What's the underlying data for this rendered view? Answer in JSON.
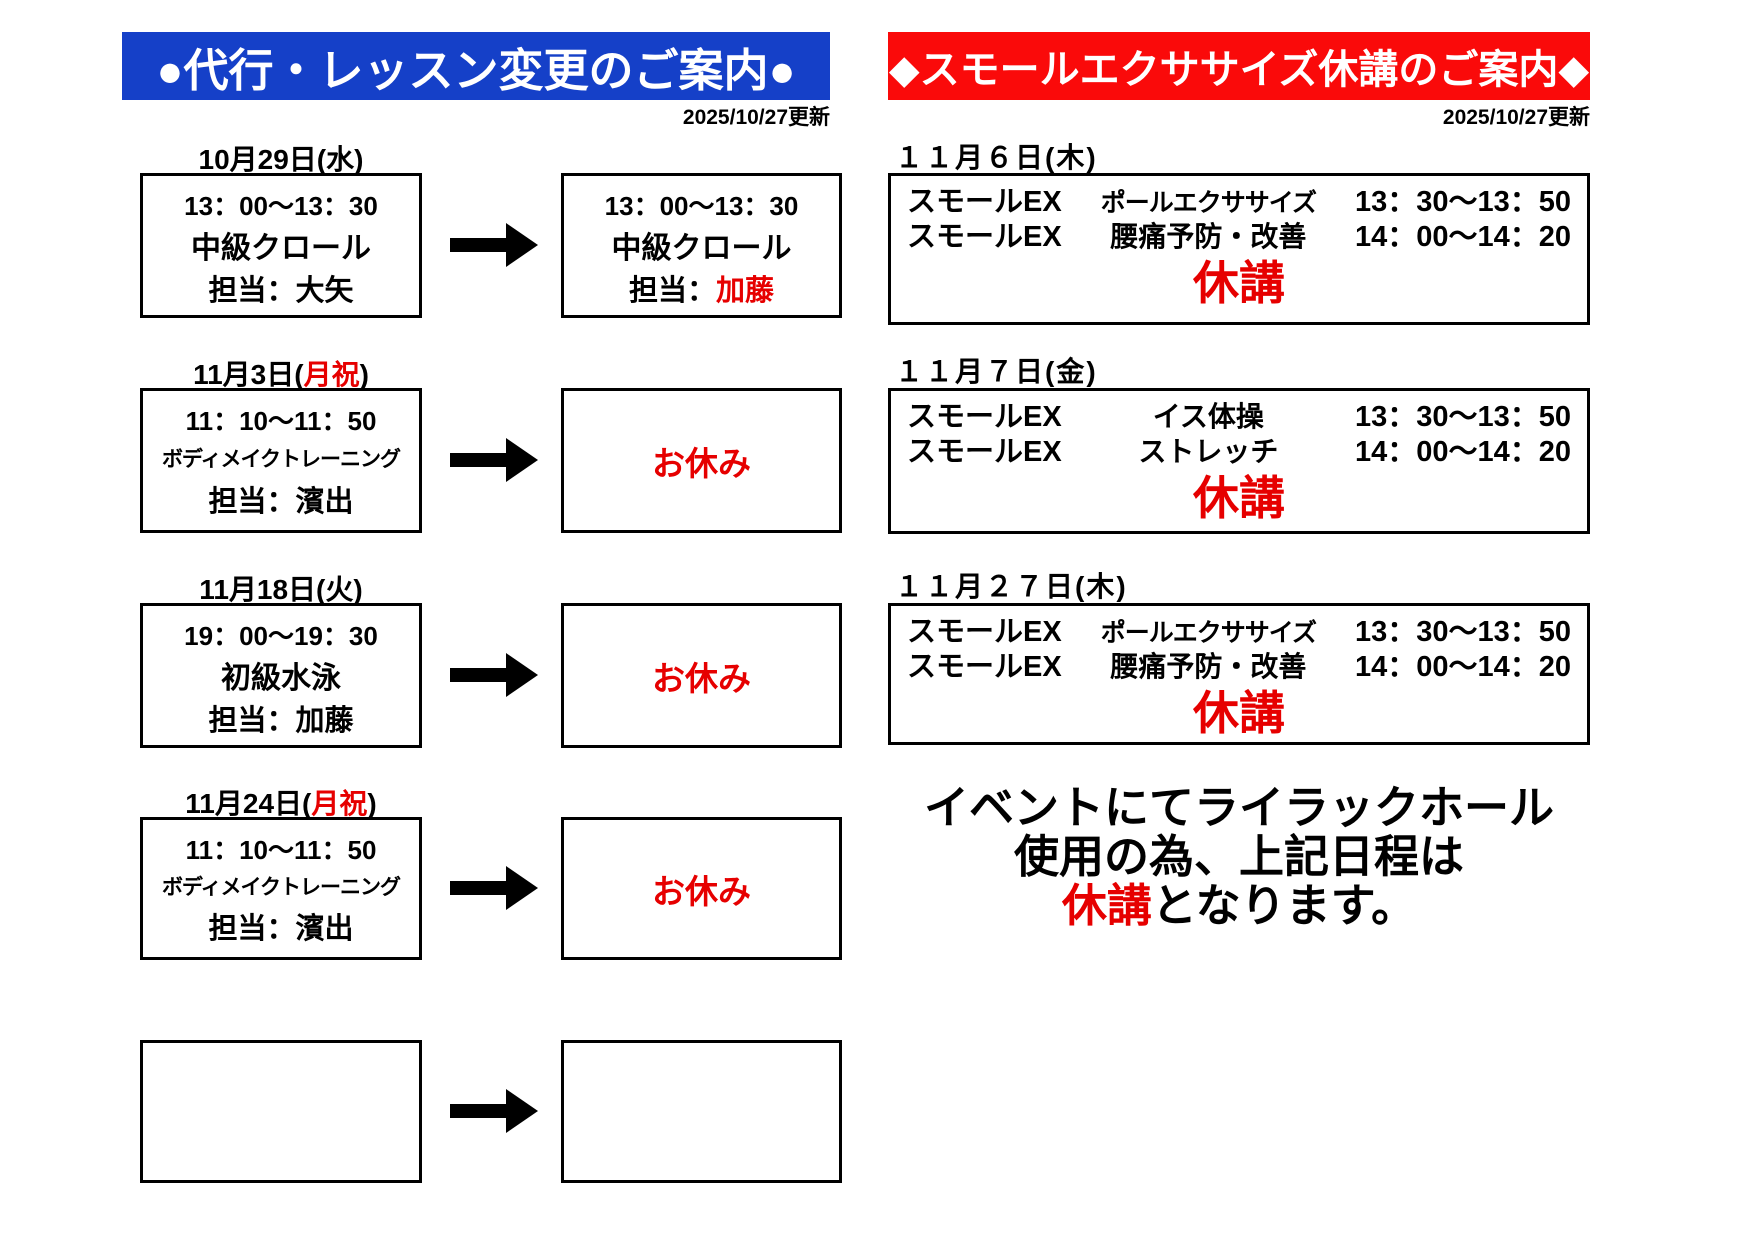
{
  "page": {
    "left": {
      "header": "●代行・レッスン変更のご案内●",
      "updated": "2025/10/27更新",
      "rows": [
        {
          "date_pre": "10月29日(水)",
          "date_red": "",
          "date_post": "",
          "before": {
            "time": "13：00～13：30",
            "lesson": "中級クロール",
            "staff_label": "担当：",
            "staff": "大矢"
          },
          "after": {
            "time": "13：00～13：30",
            "lesson": "中級クロール",
            "staff_label": "担当：",
            "staff": "加藤"
          }
        },
        {
          "date_pre": "11月3日(",
          "date_red": "月祝",
          "date_post": ")",
          "before": {
            "time": "11：10～11：50",
            "lesson": "ボディメイクトレーニング",
            "staff_label": "担当：",
            "staff": "濱出"
          },
          "after": {
            "closed": "お休み"
          }
        },
        {
          "date_pre": "11月18日(火)",
          "date_red": "",
          "date_post": "",
          "before": {
            "time": "19：00～19：30",
            "lesson": "初級水泳",
            "staff_label": "担当：",
            "staff": "加藤"
          },
          "after": {
            "closed": "お休み"
          }
        },
        {
          "date_pre": "11月24日(",
          "date_red": "月祝",
          "date_post": ")",
          "before": {
            "time": "11：10～11：50",
            "lesson": "ボディメイクトレーニング",
            "staff_label": "担当：",
            "staff": "濱出"
          },
          "after": {
            "closed": "お休み"
          }
        }
      ]
    },
    "right": {
      "header": "◆スモールエクササイズ休講のご案内◆",
      "updated": "2025/10/27更新",
      "rows": [
        {
          "date": "１１月６日(木)",
          "lines": [
            {
              "label": "スモールEX",
              "name": "ポールエクササイズ",
              "time": "13：30～13：50"
            },
            {
              "label": "スモールEX",
              "name": "腰痛予防・改善",
              "time": "14：00～14：20"
            }
          ],
          "status": "休講"
        },
        {
          "date": "１１月７日(金)",
          "lines": [
            {
              "label": "スモールEX",
              "name": "イス体操",
              "time": "13：30～13：50"
            },
            {
              "label": "スモールEX",
              "name": "ストレッチ",
              "time": "14：00～14：20"
            }
          ],
          "status": "休講"
        },
        {
          "date": "１１月２７日(木)",
          "lines": [
            {
              "label": "スモールEX",
              "name": "ポールエクササイズ",
              "time": "13：30～13：50"
            },
            {
              "label": "スモールEX",
              "name": "腰痛予防・改善",
              "time": "14：00～14：20"
            }
          ],
          "status": "休講"
        }
      ],
      "note": {
        "line1": "イベントにてライラックホール",
        "line2": "使用の為、上記日程は",
        "line3_red": "休講",
        "line3_rest": "となります。"
      }
    },
    "colors": {
      "accent_blue": "#1540c8",
      "accent_red": "#fa0a0a",
      "text_red": "#e60000"
    }
  }
}
